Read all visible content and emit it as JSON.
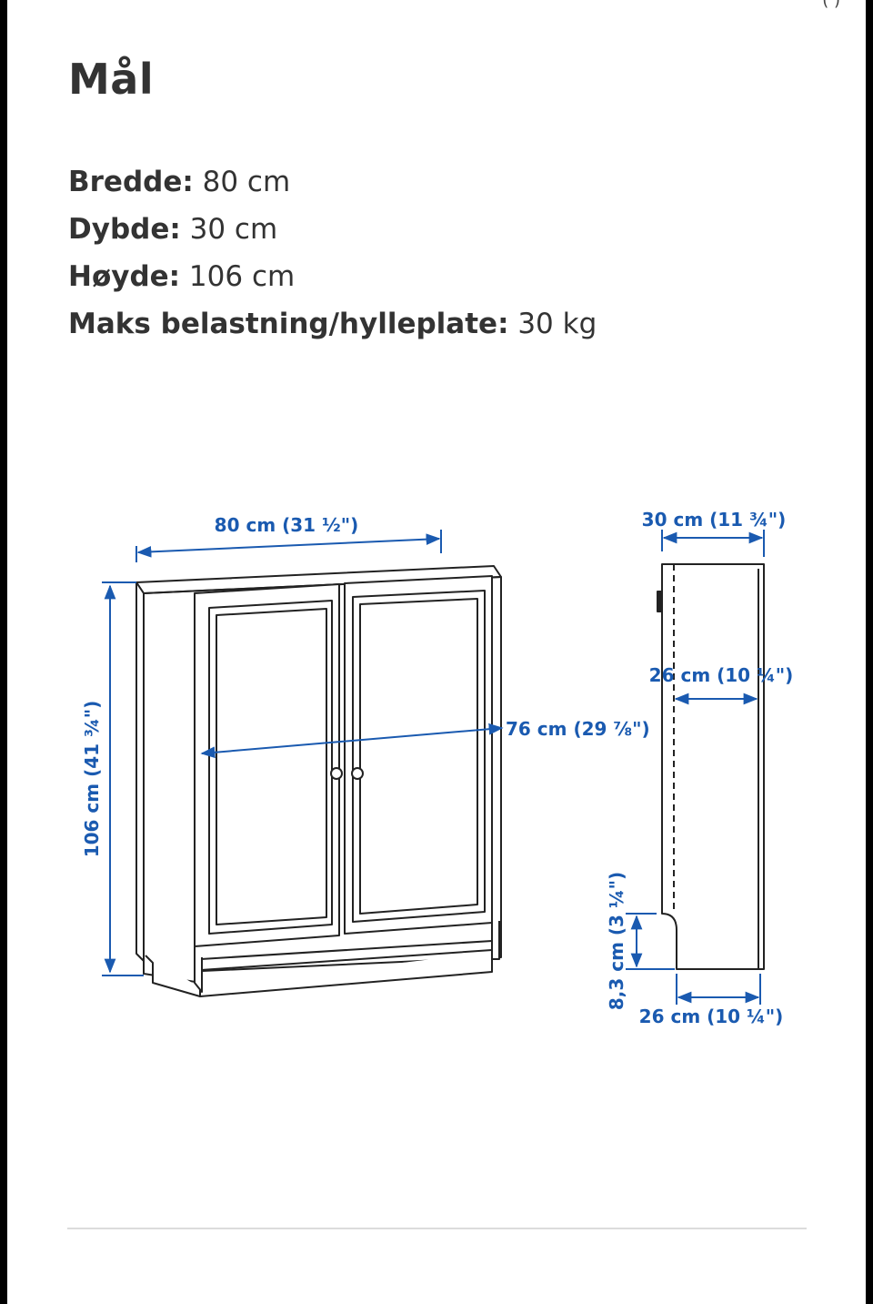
{
  "corner_mark": "( )",
  "section": {
    "title": "Mål"
  },
  "dimensions": [
    {
      "label": "Bredde:",
      "value": "80 cm"
    },
    {
      "label": "Dybde:",
      "value": "30 cm"
    },
    {
      "label": "Høyde:",
      "value": "106 cm"
    },
    {
      "label": "Maks belastning/hylleplate:",
      "value": "30 kg"
    }
  ],
  "drawing": {
    "line_color": "#222222",
    "dimension_color": "#1a5ab0",
    "front_view": {
      "width_label": "80 cm (31 ½\")",
      "height_label": "106 cm (41 ¾\")",
      "inner_width_label": "76 cm (29 ⅞\")"
    },
    "side_view": {
      "depth_label": "30 cm (11 ¾\")",
      "inner_depth_label": "26 cm (10 ¼\")",
      "plinth_height_label": "8,3 cm (3 ¼\")",
      "bottom_depth_label": "26 cm (10 ¼\")"
    }
  }
}
